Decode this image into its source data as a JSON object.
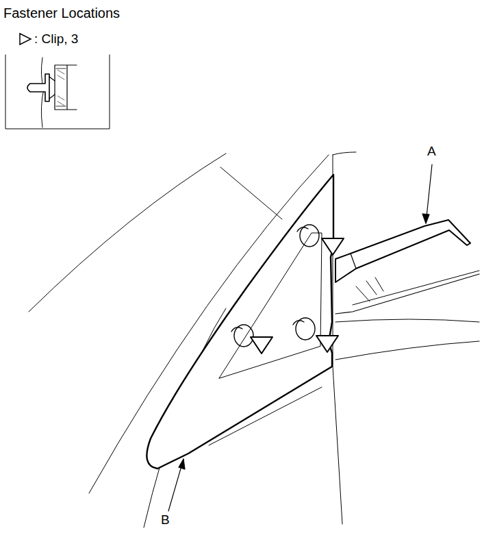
{
  "diagram": {
    "title": "Fastener Locations",
    "labels": [
      "A",
      "B"
    ],
    "legend": [
      {
        "text": ": Clip, 3"
      }
    ]
  }
}
